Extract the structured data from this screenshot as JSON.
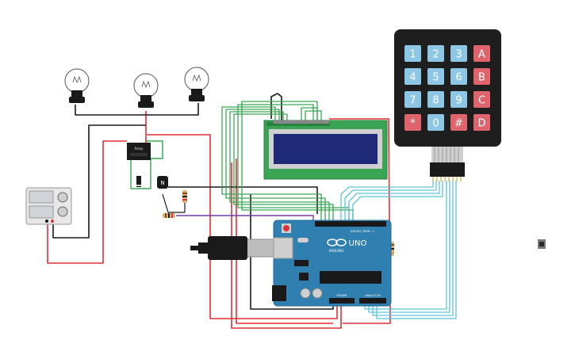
{
  "keypad": {
    "keys": [
      [
        "1",
        "2",
        "3",
        "A"
      ],
      [
        "4",
        "5",
        "6",
        "B"
      ],
      [
        "7",
        "8",
        "9",
        "C"
      ],
      [
        "*",
        "0",
        "#",
        "D"
      ]
    ],
    "colors": {
      "digit": "#8ec7e6",
      "letter": "#e0646c",
      "star": "#e0646c",
      "hash": "#e0646c",
      "body": "#1e1e1e"
    }
  },
  "arduino": {
    "logo_text": "UNO",
    "brand_text": "ARDUINO",
    "digital_label": "DIGITAL (PWM ~)",
    "analog_label": "ANALOG IN",
    "power_label": "POWER",
    "board_color": "#2f7fb0"
  },
  "lcd": {
    "screen_color": "#1e2a78",
    "pcb_color": "#3aa655"
  },
  "relay": {
    "label": "Relay"
  },
  "transistor": {
    "label": "N"
  },
  "wires": {
    "red": "#e0303a",
    "black": "#1a1a1a",
    "green": "#3aa655",
    "cyan": "#5ec4d6",
    "purple": "#7a3aa0"
  }
}
